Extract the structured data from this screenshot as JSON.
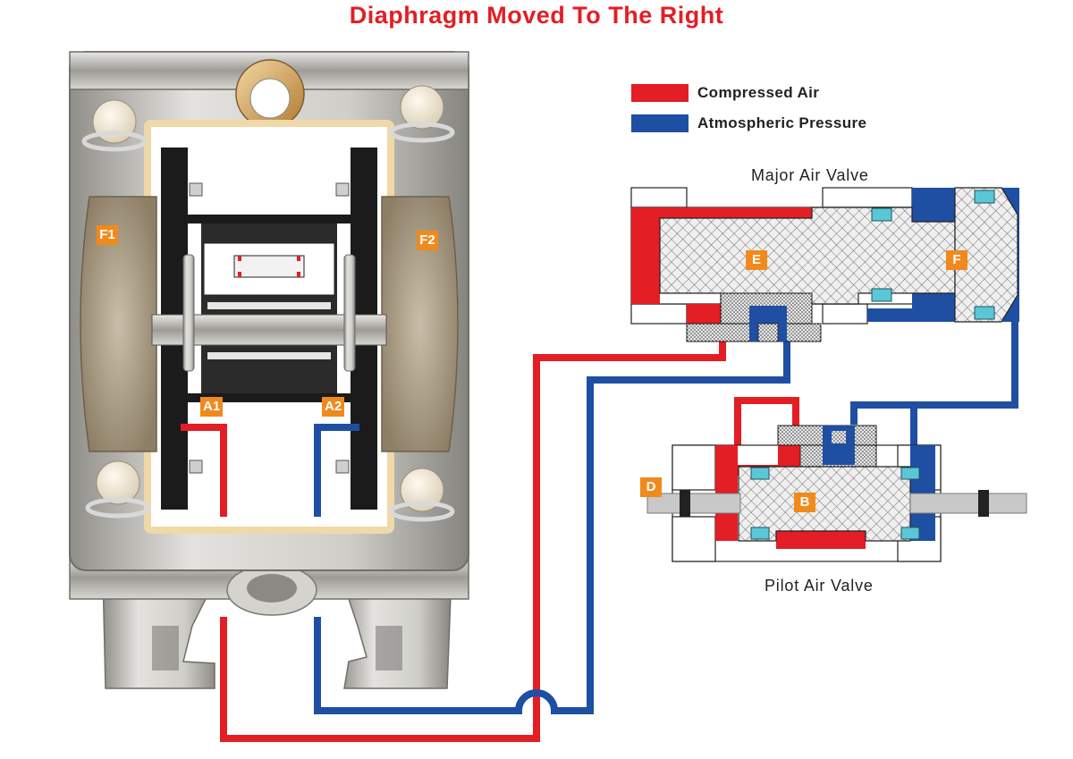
{
  "title": "Diaphragm Moved To The Right",
  "legend": [
    {
      "label": "Compressed Air",
      "color": "#e31e24"
    },
    {
      "label": "Atmospheric Pressure",
      "color": "#1e4fa3"
    }
  ],
  "major_valve": {
    "caption": "Major  Air Valve",
    "left_label": "E",
    "right_label": "F"
  },
  "pilot_valve": {
    "caption": "Pilot  Air Valve",
    "spool_label": "B",
    "rod_label": "D"
  },
  "pump": {
    "chamber_left": "F1",
    "chamber_right": "F2",
    "port_left": "A1",
    "port_right": "A2"
  },
  "colors": {
    "compressed_air": "#e31e24",
    "atmospheric": "#1e4fa3",
    "label_tag": "#f08a1c",
    "seal": "#5bc6d6",
    "spool_hatch": "#eceaea",
    "metal": "#b8b7b2",
    "diaphragm": "#a99a80"
  }
}
